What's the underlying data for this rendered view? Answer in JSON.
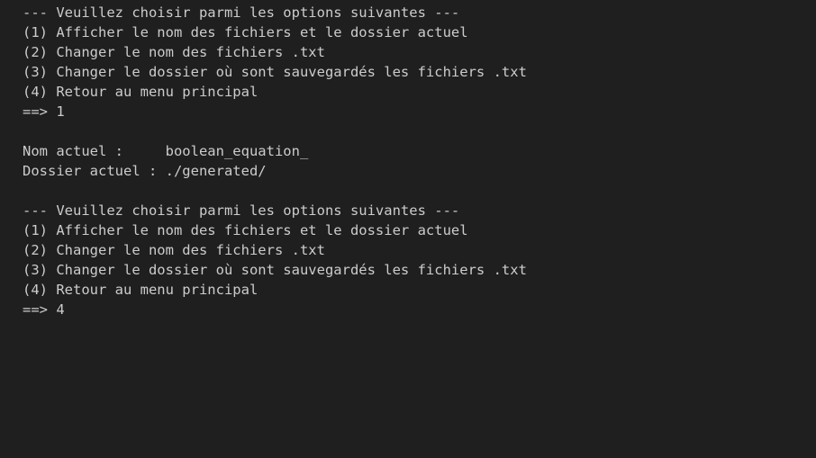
{
  "colors": {
    "background": "#1f1f1f",
    "text": "#cccccc"
  },
  "terminal": {
    "menu_1": {
      "header": "--- Veuillez choisir parmi les options suivantes ---",
      "options": [
        "(1) Afficher le nom des fichiers et le dossier actuel",
        "(2) Changer le nom des fichiers .txt",
        "(3) Changer le dossier où sont sauvegardés les fichiers .txt",
        "(4) Retour au menu principal"
      ],
      "prompt": "==> 1"
    },
    "info": {
      "name_line": "Nom actuel :     boolean_equation_",
      "folder_line": "Dossier actuel : ./generated/"
    },
    "menu_2": {
      "header": "--- Veuillez choisir parmi les options suivantes ---",
      "options": [
        "(1) Afficher le nom des fichiers et le dossier actuel",
        "(2) Changer le nom des fichiers .txt",
        "(3) Changer le dossier où sont sauvegardés les fichiers .txt",
        "(4) Retour au menu principal"
      ],
      "prompt": "==> 4"
    }
  }
}
